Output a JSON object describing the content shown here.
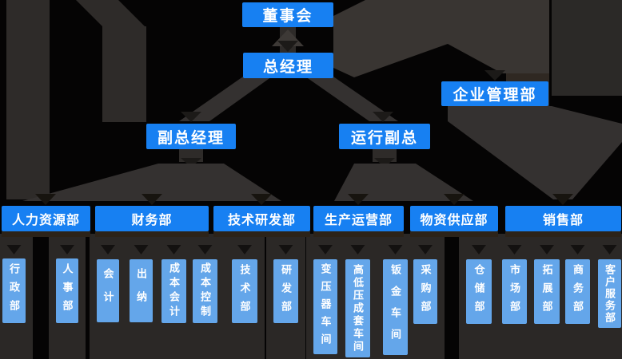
{
  "diagram_type": "org-chart",
  "colors": {
    "background": "#050404",
    "node_blue": "#1780f2",
    "sub_node_blue": "#64a6ea",
    "connector_gray": "#343130",
    "column_gray": "#2b2826",
    "text_white": "#ffffff"
  },
  "nodes": {
    "board": "董事会",
    "general_manager": "总经理",
    "deputy_gm": "副总经理",
    "operations_vp": "运行副总",
    "enterprise_management": "企业管理部",
    "departments": [
      {
        "label": "人力资源部",
        "parent": "副总经理"
      },
      {
        "label": "财务部",
        "parent": "副总经理"
      },
      {
        "label": "技术研发部",
        "parent": "副总经理"
      },
      {
        "label": "生产运营部",
        "parent": "运行副总"
      },
      {
        "label": "物资供应部",
        "parent": "运行副总"
      },
      {
        "label": "销售部",
        "parent": "企业管理部"
      }
    ],
    "sub_departments": [
      {
        "label": "行政部",
        "parent": "人力资源部"
      },
      {
        "label": "人事部",
        "parent": "人力资源部"
      },
      {
        "label": "会计",
        "parent": "财务部"
      },
      {
        "label": "出纳",
        "parent": "财务部"
      },
      {
        "label": "成本会计",
        "parent": "财务部"
      },
      {
        "label": "成本控制",
        "parent": "财务部"
      },
      {
        "label": "技术部",
        "parent": "技术研发部"
      },
      {
        "label": "研发部",
        "parent": "技术研发部"
      },
      {
        "label": "变压器车间",
        "parent": "生产运营部"
      },
      {
        "label": "高低压成套车间",
        "parent": "生产运营部"
      },
      {
        "label": "钣金车间",
        "parent": "生产运营部"
      },
      {
        "label": "采购部",
        "parent": "物资供应部"
      },
      {
        "label": "仓储部",
        "parent": "物资供应部"
      },
      {
        "label": "市场部",
        "parent": "销售部"
      },
      {
        "label": "拓展部",
        "parent": "销售部"
      },
      {
        "label": "商务部",
        "parent": "销售部"
      },
      {
        "label": "客户服务部",
        "parent": "销售部"
      }
    ]
  }
}
